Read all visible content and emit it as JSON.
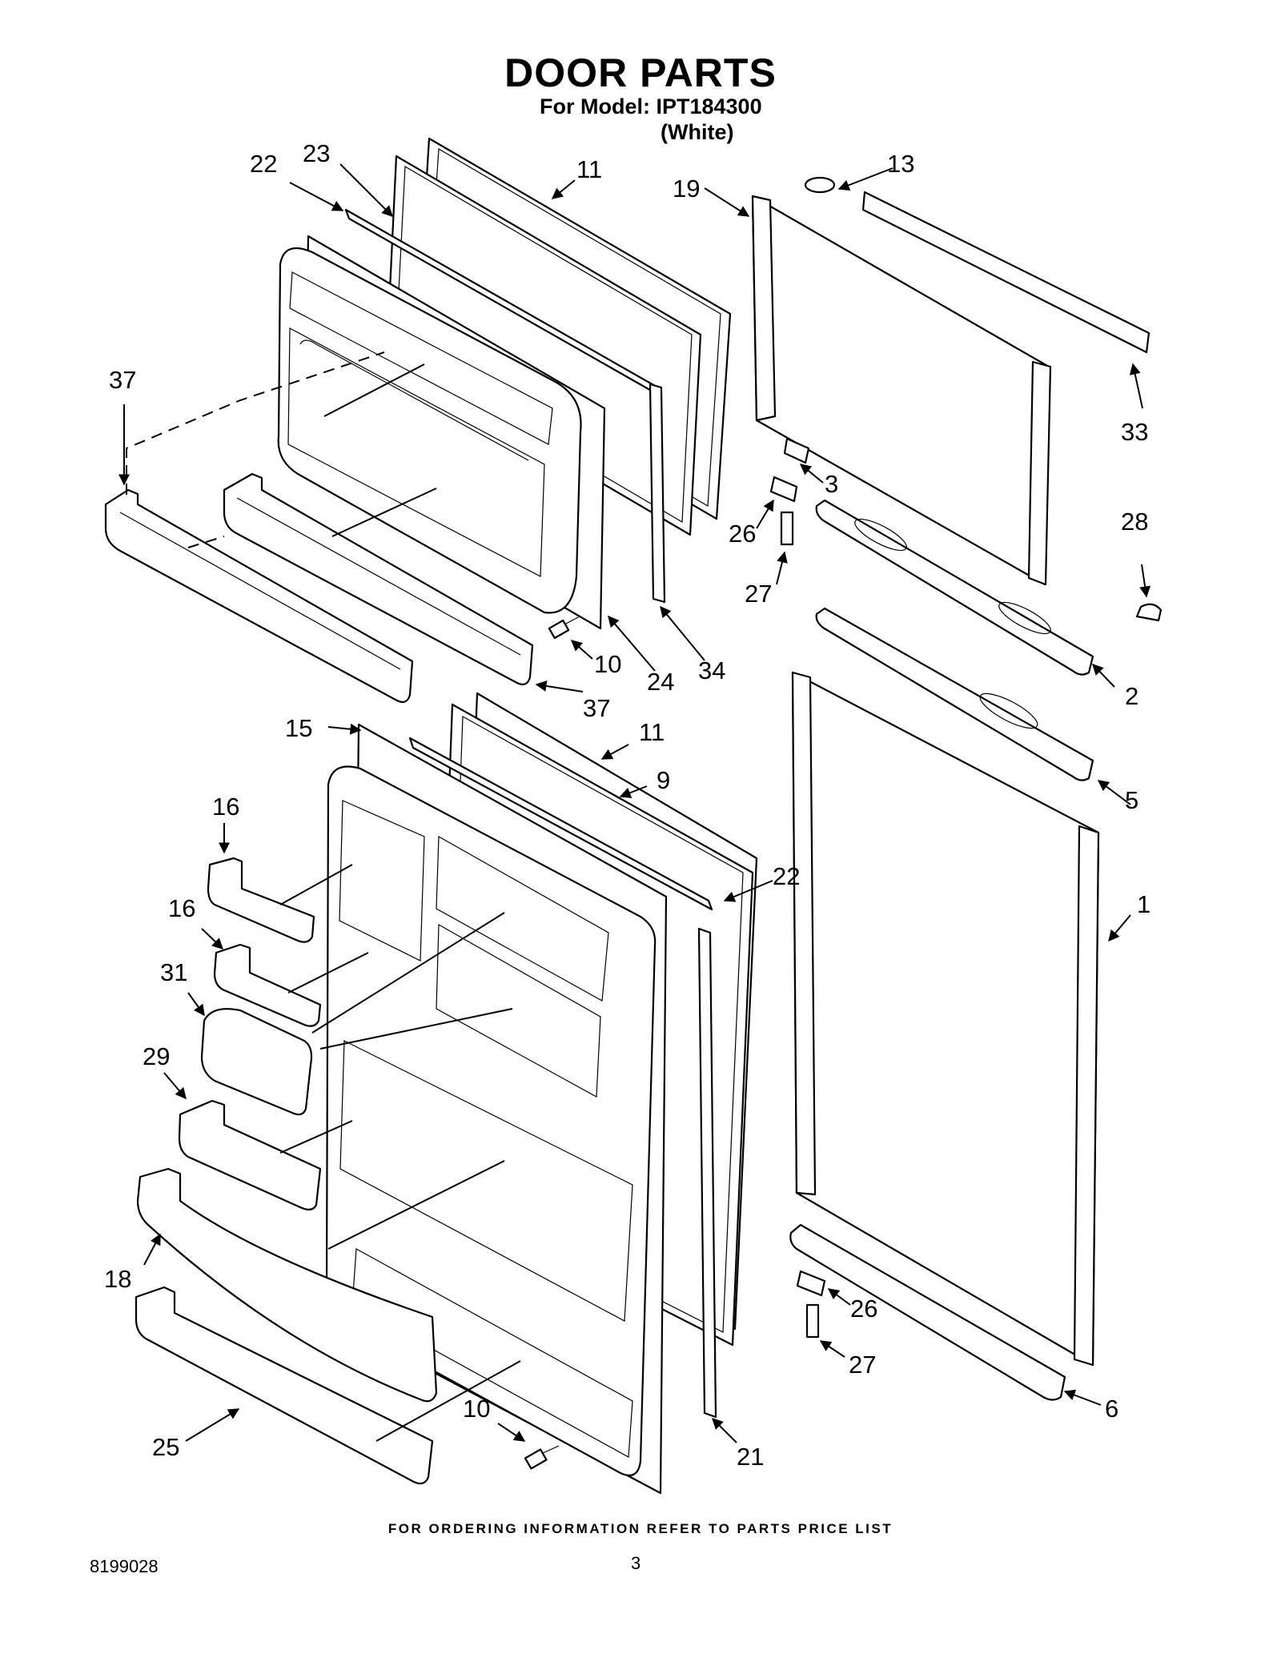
{
  "header": {
    "title": "DOOR PARTS",
    "model_line": "For Model: IPT184300",
    "color_line": "(White)"
  },
  "callouts": [
    "22",
    "23",
    "11",
    "19",
    "13",
    "37",
    "33",
    "3",
    "26",
    "28",
    "27",
    "10",
    "24",
    "34",
    "2",
    "37",
    "15",
    "11",
    "9",
    "5",
    "16",
    "22",
    "1",
    "16",
    "31",
    "29",
    "18",
    "26",
    "27",
    "6",
    "10",
    "21",
    "25"
  ],
  "footer": {
    "ordering_note": "FOR ORDERING INFORMATION REFER TO PARTS PRICE LIST",
    "doc_number": "8199028",
    "page_number": "3"
  }
}
